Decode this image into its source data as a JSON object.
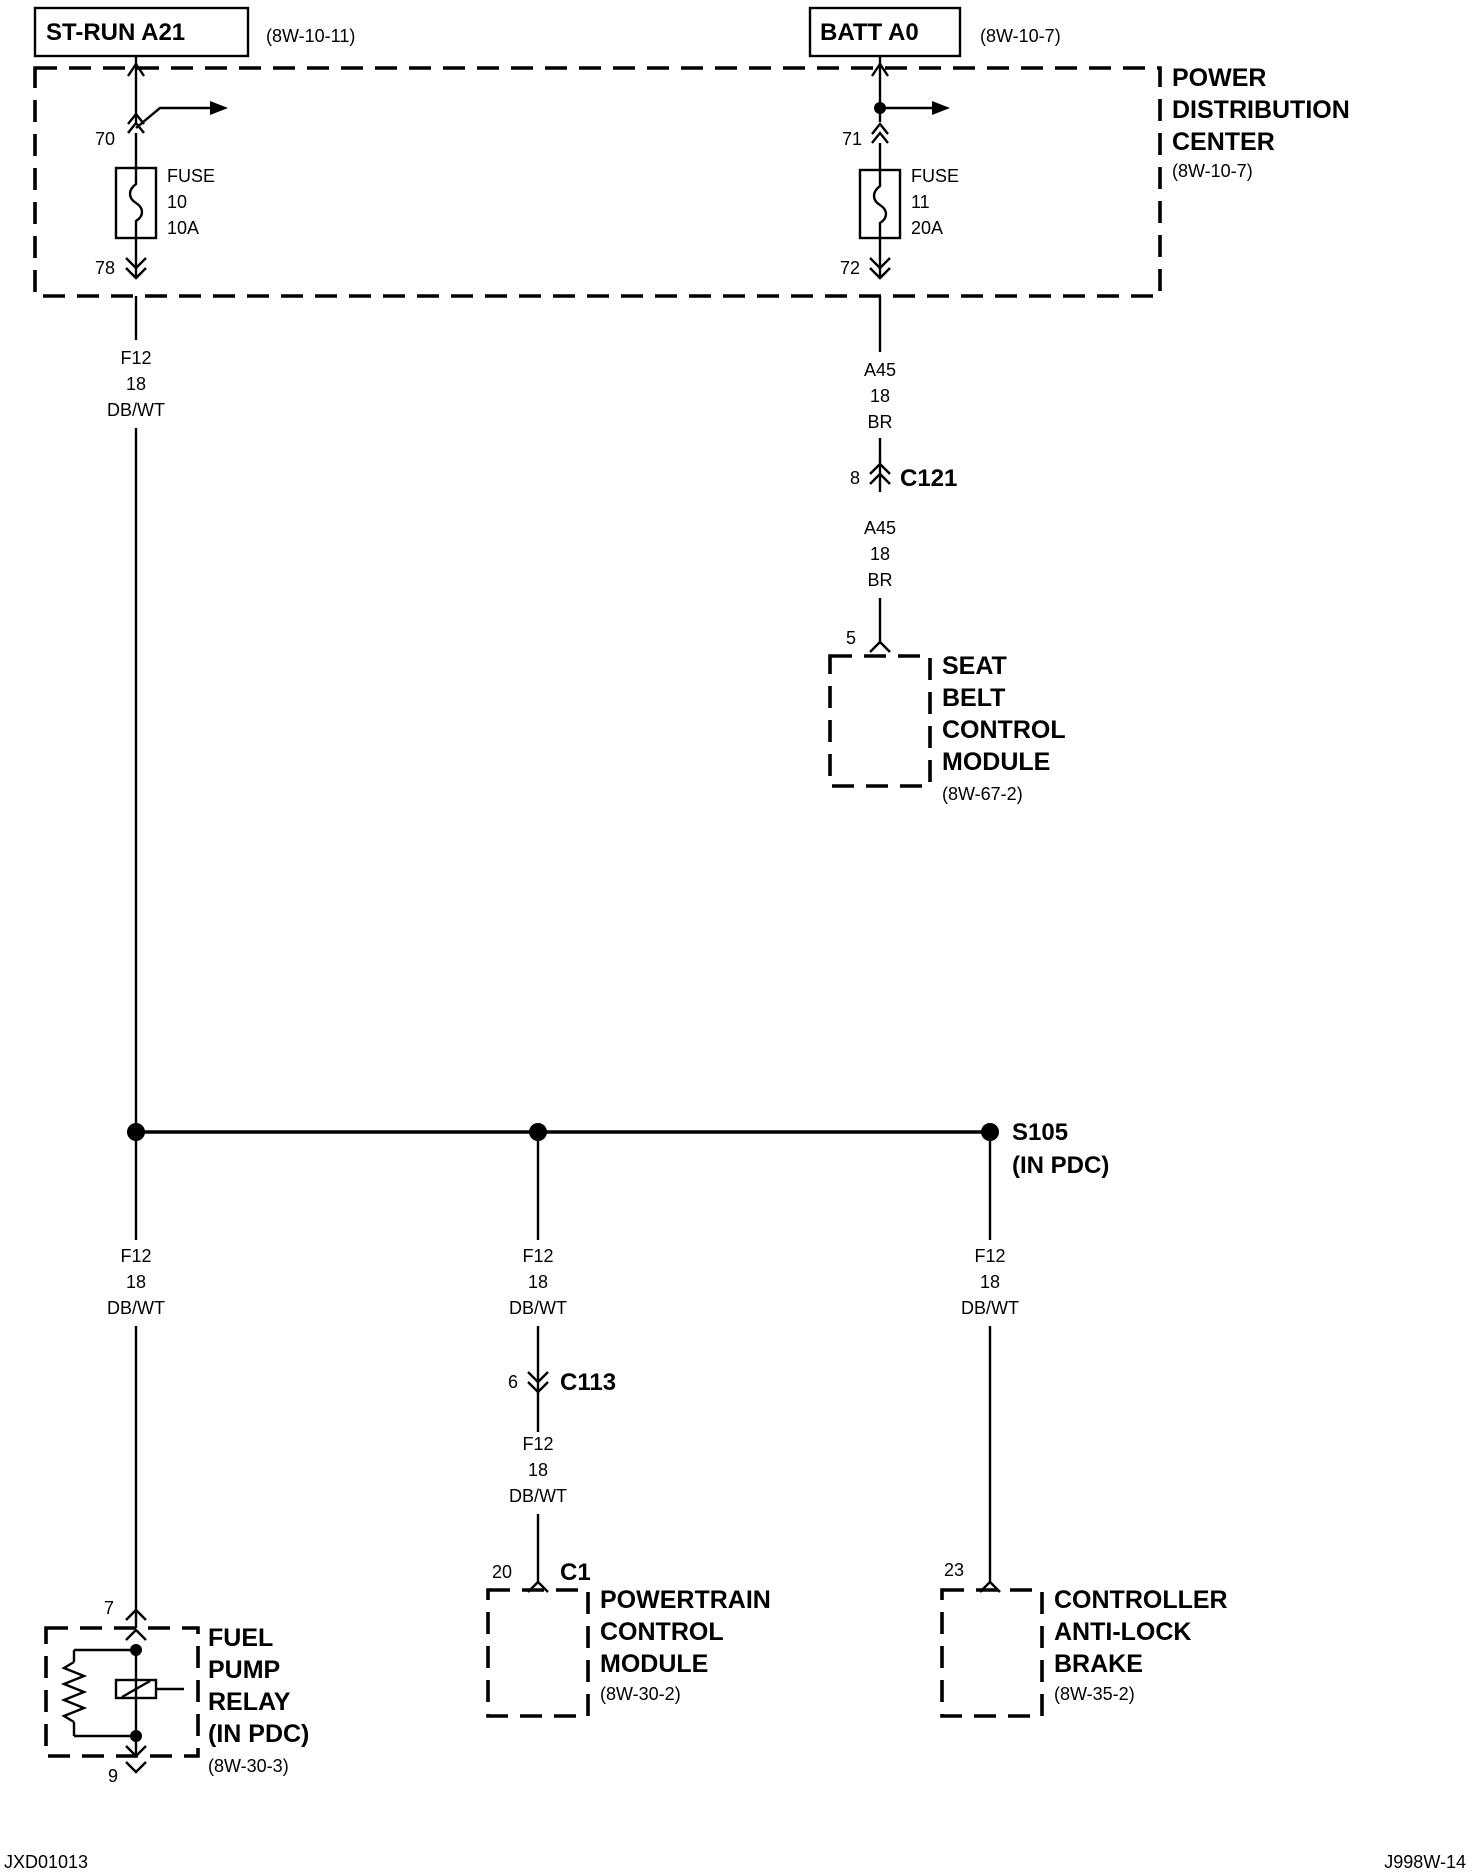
{
  "sources": {
    "st_run": {
      "name": "ST-RUN A21",
      "ref": "(8W-10-11)"
    },
    "batt": {
      "name": "BATT A0",
      "ref": "(8W-10-7)"
    }
  },
  "pdc": {
    "title_lines": [
      "POWER",
      "DISTRIBUTION",
      "CENTER"
    ],
    "ref": "(8W-10-7)",
    "fuse10": {
      "in_pin": "70",
      "out_pin": "78",
      "lines": [
        "FUSE",
        "10",
        "10A"
      ]
    },
    "fuse11": {
      "in_pin": "71",
      "out_pin": "72",
      "lines": [
        "FUSE",
        "11",
        "20A"
      ]
    }
  },
  "wires": {
    "f12_main": [
      "F12",
      "18",
      "DB/WT"
    ],
    "a45_upper": [
      "A45",
      "18",
      "BR"
    ],
    "a45_lower": [
      "A45",
      "18",
      "BR"
    ],
    "f12_relay": [
      "F12",
      "18",
      "DB/WT"
    ],
    "f12_pcm_upper": [
      "F12",
      "18",
      "DB/WT"
    ],
    "f12_pcm_lower": [
      "F12",
      "18",
      "DB/WT"
    ],
    "f12_abs": [
      "F12",
      "18",
      "DB/WT"
    ]
  },
  "connectors": {
    "c121": {
      "name": "C121",
      "pin": "8"
    },
    "c113": {
      "name": "C113",
      "pin": "6"
    },
    "c1": {
      "name": "C1",
      "pin": "20"
    }
  },
  "splice": {
    "name": "S105",
    "note": "(IN PDC)"
  },
  "components": {
    "seat_belt": {
      "pin": "5",
      "lines": [
        "SEAT",
        "BELT",
        "CONTROL",
        "MODULE"
      ],
      "ref": "(8W-67-2)"
    },
    "fuel_pump_relay": {
      "pin_top": "7",
      "pin_bottom": "9",
      "lines": [
        "FUEL",
        "PUMP",
        "RELAY",
        "(IN PDC)"
      ],
      "ref": "(8W-30-3)"
    },
    "pcm": {
      "lines": [
        "POWERTRAIN",
        "CONTROL",
        "MODULE"
      ],
      "ref": "(8W-30-2)"
    },
    "abs": {
      "pin": "23",
      "lines": [
        "CONTROLLER",
        "ANTI-LOCK",
        "BRAKE"
      ],
      "ref": "(8W-35-2)"
    }
  },
  "footer": {
    "left": "JXD01013",
    "right": "J998W-14"
  }
}
